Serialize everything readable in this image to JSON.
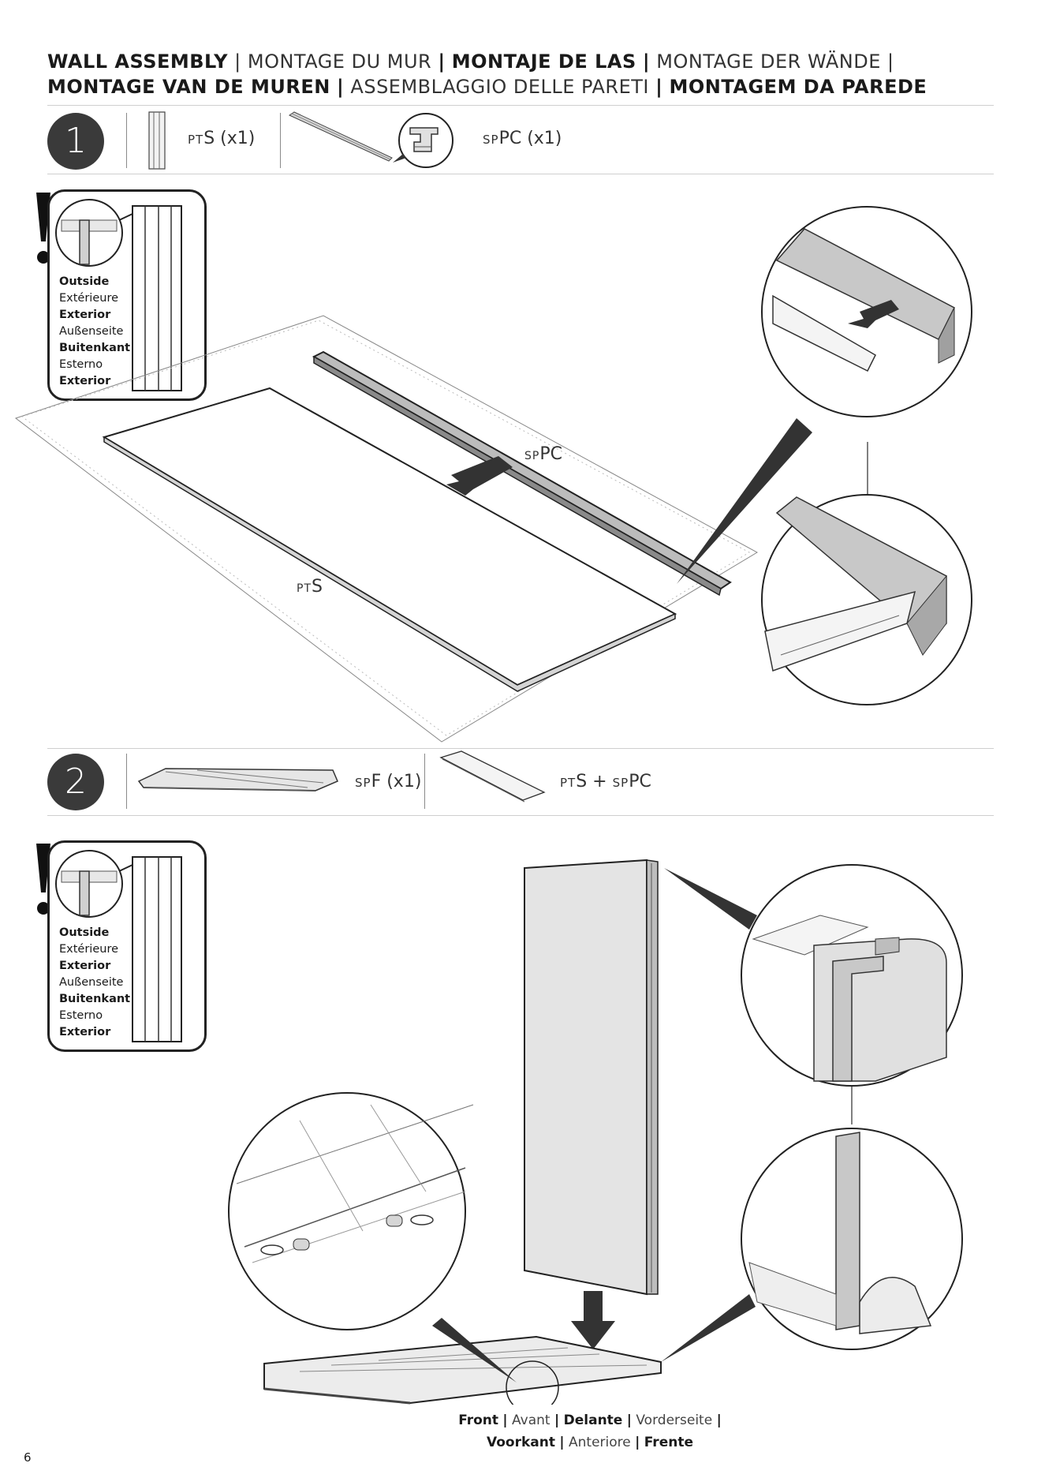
{
  "header": {
    "t1": "WALL ASSEMBLY",
    "t2": "MONTAGE DU MUR",
    "t3": "MONTAJE DE LAS",
    "t4": "MONTAGE DER WÄNDE",
    "t5": "MONTAGE VAN DE MUREN",
    "t6": "ASSEMBLAGGIO DELLE PARETI",
    "t7": "MONTAGEM DA PAREDE",
    "sep": "|"
  },
  "step1": {
    "number": "1",
    "part1_prefix": "PT",
    "part1_suffix": "S (x1)",
    "part2_prefix": "SP",
    "part2_suffix": "PC (x1)",
    "label_sppc_prefix": "SP",
    "label_sppc_suffix": "PC",
    "label_pts_prefix": "PT",
    "label_pts_suffix": "S"
  },
  "step2": {
    "number": "2",
    "part1_prefix": "SP",
    "part1_suffix": "F (x1)",
    "part2_prefix1": "PT",
    "part2_mid": "S + ",
    "part2_prefix2": "SP",
    "part2_suffix": "PC"
  },
  "outside_note": {
    "items": [
      "Outside",
      "Extérieure",
      "Exterior",
      "Außenseite",
      "Buitenkant",
      "Esterno",
      "Exterior"
    ]
  },
  "footer": {
    "f1": "Front",
    "f2": "Avant",
    "f3": "Delante",
    "f4": "Vorderseite",
    "f5": "Voorkant",
    "f6": "Anteriore",
    "f7": "Frente",
    "sep": "|"
  },
  "page_number": "6",
  "icons": {
    "warning": "exclamation-icon",
    "arrow": "arrow-icon"
  },
  "colors": {
    "dark": "#3a3a3a",
    "panel": "#e4e4e4",
    "profile": "#bdbdbd"
  }
}
